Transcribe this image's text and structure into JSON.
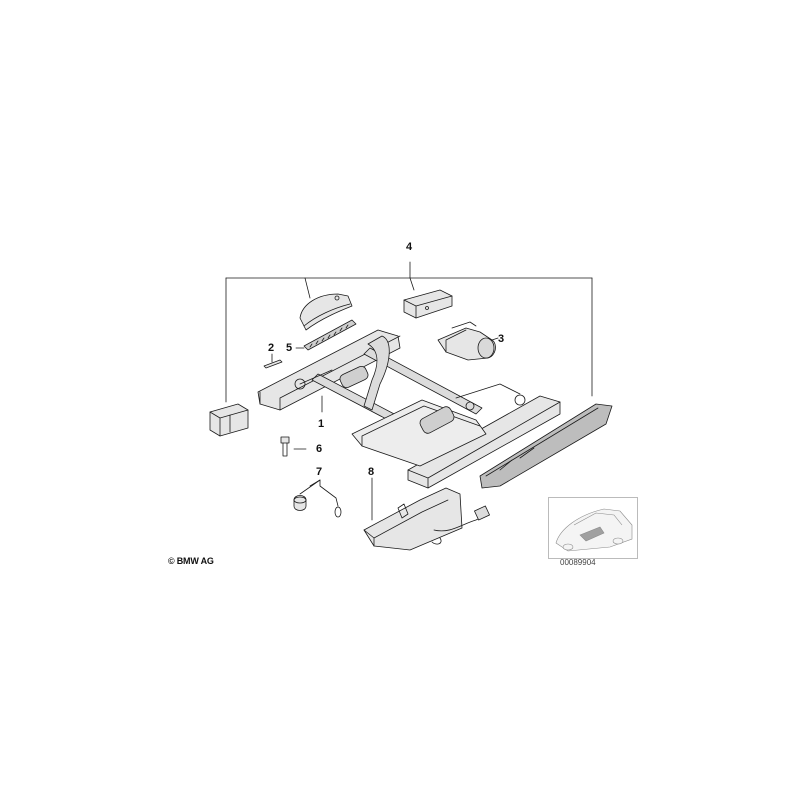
{
  "callouts": {
    "c1": "1",
    "c2": "2",
    "c3": "3",
    "c4": "4",
    "c5": "5",
    "c6": "6",
    "c7": "7",
    "c8": "8"
  },
  "copyright": "© BMW AG",
  "reference_number": "00089904",
  "colors": {
    "line": "#1a1a1a",
    "part_fill": "#e6e6e6",
    "part_shade": "#bdbdbd",
    "inset_border": "#bbbbbb"
  }
}
